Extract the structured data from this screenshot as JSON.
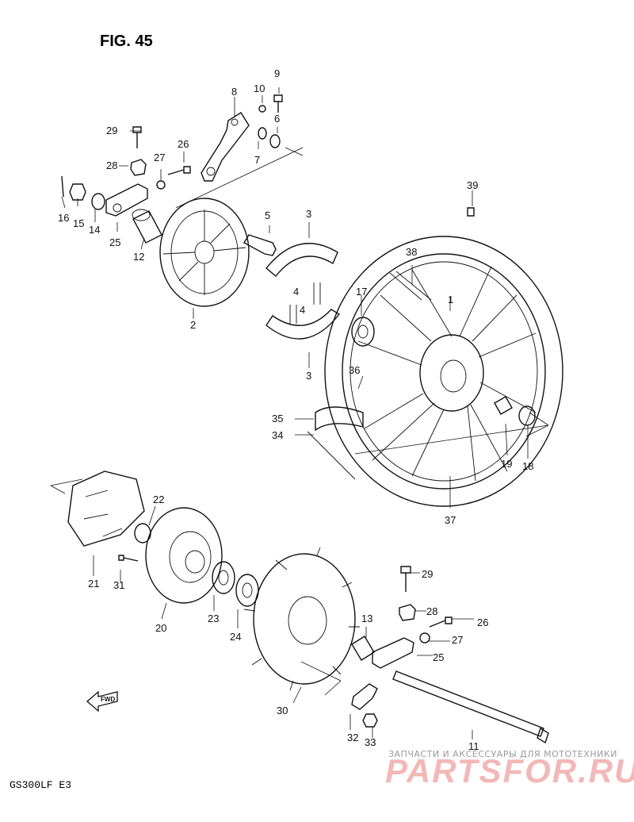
{
  "figure_title": "FIG. 45",
  "model_code": "GS300LF  E3",
  "fwd_label": "FWD",
  "watermark": {
    "line1": "ЗАПЧАСТИ И АКСЕССУАРЫ ДЛЯ МОТОТЕХНИКИ",
    "line2": "PARTSFOR.RU"
  },
  "labels": [
    {
      "id": "l9",
      "text": "9"
    },
    {
      "id": "l10",
      "text": "10"
    },
    {
      "id": "l8",
      "text": "8"
    },
    {
      "id": "l6",
      "text": "6"
    },
    {
      "id": "l7",
      "text": "7"
    },
    {
      "id": "l29a",
      "text": "29"
    },
    {
      "id": "l26a",
      "text": "26"
    },
    {
      "id": "l27a",
      "text": "27"
    },
    {
      "id": "l28a",
      "text": "28"
    },
    {
      "id": "l16",
      "text": "16"
    },
    {
      "id": "l15",
      "text": "15"
    },
    {
      "id": "l14",
      "text": "14"
    },
    {
      "id": "l25a",
      "text": "25"
    },
    {
      "id": "l12",
      "text": "12"
    },
    {
      "id": "l2",
      "text": "2"
    },
    {
      "id": "l5",
      "text": "5"
    },
    {
      "id": "l3a",
      "text": "3"
    },
    {
      "id": "l4a",
      "text": "4"
    },
    {
      "id": "l4b",
      "text": "4"
    },
    {
      "id": "l3b",
      "text": "3"
    },
    {
      "id": "l17",
      "text": "17"
    },
    {
      "id": "l39",
      "text": "39"
    },
    {
      "id": "l38",
      "text": "38"
    },
    {
      "id": "l1",
      "text": "1"
    },
    {
      "id": "l36",
      "text": "36"
    },
    {
      "id": "l35",
      "text": "35"
    },
    {
      "id": "l34",
      "text": "34"
    },
    {
      "id": "l19",
      "text": "19"
    },
    {
      "id": "l18",
      "text": "18"
    },
    {
      "id": "l37",
      "text": "37"
    },
    {
      "id": "l22",
      "text": "22"
    },
    {
      "id": "l21",
      "text": "21"
    },
    {
      "id": "l31",
      "text": "31"
    },
    {
      "id": "l20",
      "text": "20"
    },
    {
      "id": "l23",
      "text": "23"
    },
    {
      "id": "l24",
      "text": "24"
    },
    {
      "id": "l29b",
      "text": "29"
    },
    {
      "id": "l13",
      "text": "13"
    },
    {
      "id": "l28b",
      "text": "28"
    },
    {
      "id": "l26b",
      "text": "26"
    },
    {
      "id": "l27b",
      "text": "27"
    },
    {
      "id": "l25b",
      "text": "25"
    },
    {
      "id": "l30",
      "text": "30"
    },
    {
      "id": "l32",
      "text": "32"
    },
    {
      "id": "l33",
      "text": "33"
    },
    {
      "id": "l11",
      "text": "11"
    }
  ]
}
